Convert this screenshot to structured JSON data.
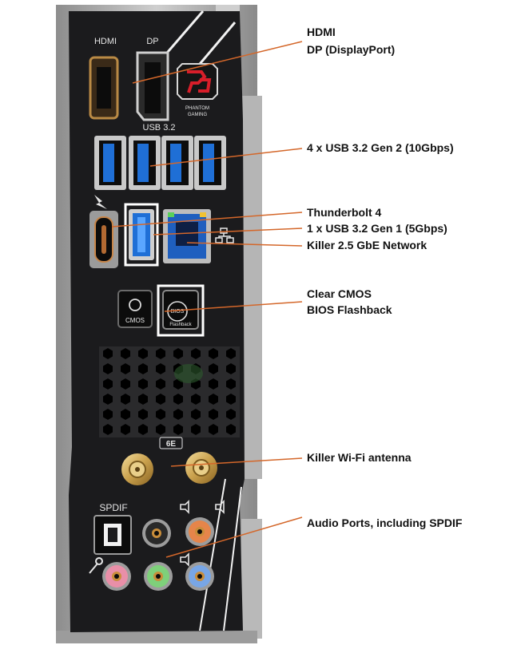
{
  "panel": {
    "hdmi_label": "HDMI",
    "dp_label": "DP",
    "usb_label": "USB 3.2",
    "spdif_label": "SPDIF",
    "cmos_label": "CMOS",
    "bios_label": "BIOS",
    "flashback_label": "Flashback",
    "wifi_badge": "6E",
    "logo_line1": "PHANTOM",
    "logo_line2": "GAMING"
  },
  "callouts": {
    "hdmi": "HDMI",
    "dp": "DP (DisplayPort)",
    "usb_gen2": "4 x USB 3.2 Gen 2 (10Gbps)",
    "thunderbolt": "Thunderbolt 4",
    "usb_gen1": "1 x USB 3.2 Gen 1 (5Gbps)",
    "network": "Killer 2.5 GbE Network",
    "clear_cmos": "Clear CMOS",
    "bios_flashback": "BIOS Flashback",
    "wifi": "Killer Wi-Fi antenna",
    "audio": "Audio Ports, including SPDIF"
  },
  "colors": {
    "leader_line": "#d4672a",
    "usb_blue": "#1f6fd6",
    "panel_black": "#1b1b1d",
    "bracket_metal": "#a7a7a7"
  }
}
